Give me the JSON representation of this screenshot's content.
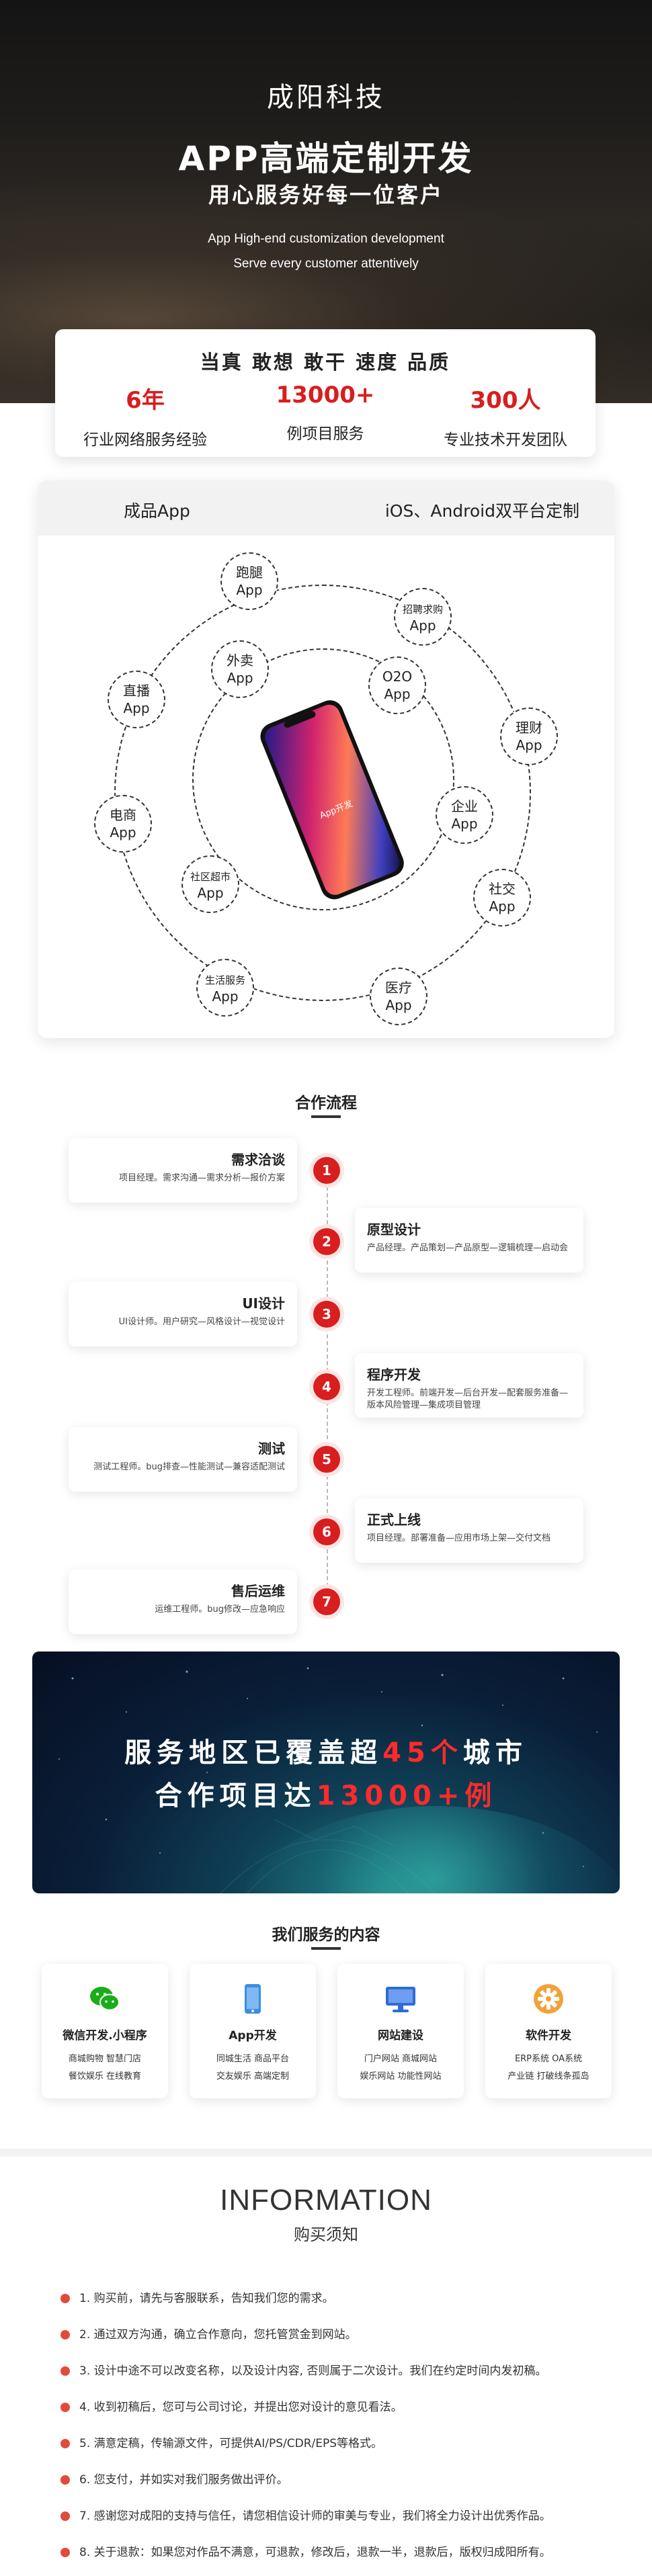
{
  "hero": {
    "company": "成阳科技",
    "title": "APP高端定制开发",
    "slogan": "用心服务好每一位客户",
    "en_line1": "App High-end customization development",
    "en_line2": "Serve every customer attentively"
  },
  "stats": {
    "headline": "当真 敢想 敢干 速度 品质",
    "items": [
      {
        "value": "6年",
        "label": "行业网络服务经验"
      },
      {
        "value": "13000+",
        "label": "例项目服务"
      },
      {
        "value": "300人",
        "label": "专业技术开发团队"
      }
    ]
  },
  "apps": {
    "left_title": "成品App",
    "right_title": "iOS、Android双平台定制",
    "phone_label": "App开发",
    "outer": [
      {
        "l1": "跑腿",
        "l2": "App"
      },
      {
        "l1": "招聘求购",
        "l2": "App"
      },
      {
        "l1": "理财",
        "l2": "App"
      },
      {
        "l1": "社交",
        "l2": "App"
      },
      {
        "l1": "医疗",
        "l2": "App"
      },
      {
        "l1": "生活服务",
        "l2": "App"
      },
      {
        "l1": "电商",
        "l2": "App"
      },
      {
        "l1": "直播",
        "l2": "App"
      }
    ],
    "inner": [
      {
        "l1": "外卖",
        "l2": "App"
      },
      {
        "l1": "O2O",
        "l2": "App"
      },
      {
        "l1": "企业",
        "l2": "App"
      },
      {
        "l1": "社区超市",
        "l2": "App"
      }
    ]
  },
  "process": {
    "title": "合作流程",
    "steps": [
      {
        "num": "1",
        "title": "需求洽谈",
        "desc": "项目经理。需求沟通—需求分析—报价方案"
      },
      {
        "num": "2",
        "title": "原型设计",
        "desc": "产品经理。产品策划—产品原型—逻辑梳理—启动会"
      },
      {
        "num": "3",
        "title": "UI设计",
        "desc": "UI设计师。用户研究—风格设计—视觉设计"
      },
      {
        "num": "4",
        "title": "程序开发",
        "desc": "开发工程师。前端开发—后台开发—配套服务准备—版本风险管理—集成项目管理"
      },
      {
        "num": "5",
        "title": "测试",
        "desc": "测试工程师。bug排查—性能测试—兼容适配测试"
      },
      {
        "num": "6",
        "title": "正式上线",
        "desc": "项目经理。部署准备—应用市场上架—交付文档"
      },
      {
        "num": "7",
        "title": "售后运维",
        "desc": "运维工程师。bug修改—应急响应"
      }
    ]
  },
  "banner": {
    "l1_pre": "服务地区已覆盖超",
    "l1_num": "45个",
    "l1_post": "城市",
    "l2_pre": "合作项目达",
    "l2_num": "13000+例"
  },
  "services": {
    "title": "我们服务的内容",
    "items": [
      {
        "icon": "wechat-icon",
        "title": "微信开发.小程序",
        "r1": "商城购物  智慧门店",
        "r2": "餐饮娱乐  在线教育",
        "color": "#1aad19"
      },
      {
        "icon": "mobile-icon",
        "title": "App开发",
        "r1": "同城生活  商品平台",
        "r2": "交友娱乐  高端定制",
        "color": "#3a8ee6"
      },
      {
        "icon": "monitor-icon",
        "title": "网站建设",
        "r1": "门户网站  商城网站",
        "r2": "娱乐网站  功能性网站",
        "color": "#2f6bd8"
      },
      {
        "icon": "gear-icon",
        "title": "软件开发",
        "r1": "ERP系统  OA系统",
        "r2": "产业链  打破线条孤岛",
        "color": "#f2a23a"
      }
    ]
  },
  "info": {
    "title": "INFORMATION",
    "subtitle": "购买须知",
    "items": [
      "1. 购买前，请先与客服联系，告知我们您的需求。",
      "2. 通过双方沟通，确立合作意向，您托管赏金到网站。",
      "3. 设计中途不可以改变名称，以及设计内容, 否则属于二次设计。我们在约定时间内发初稿。",
      "4. 收到初稿后，您可与公司讨论，并提出您对设计的意见看法。",
      "5. 满意定稿，传输源文件，可提供AI/PS/CDR/EPS等格式。",
      "6. 您支付，并如实对我们服务做出评价。",
      "7. 感谢您对成阳的支持与信任，请您相信设计师的审美与专业，我们将全力设计出优秀作品。",
      "8. 关于退款：如果您对作品不满意，可退款，修改后，退款一半，退款后，版权归成阳所有。"
    ]
  }
}
